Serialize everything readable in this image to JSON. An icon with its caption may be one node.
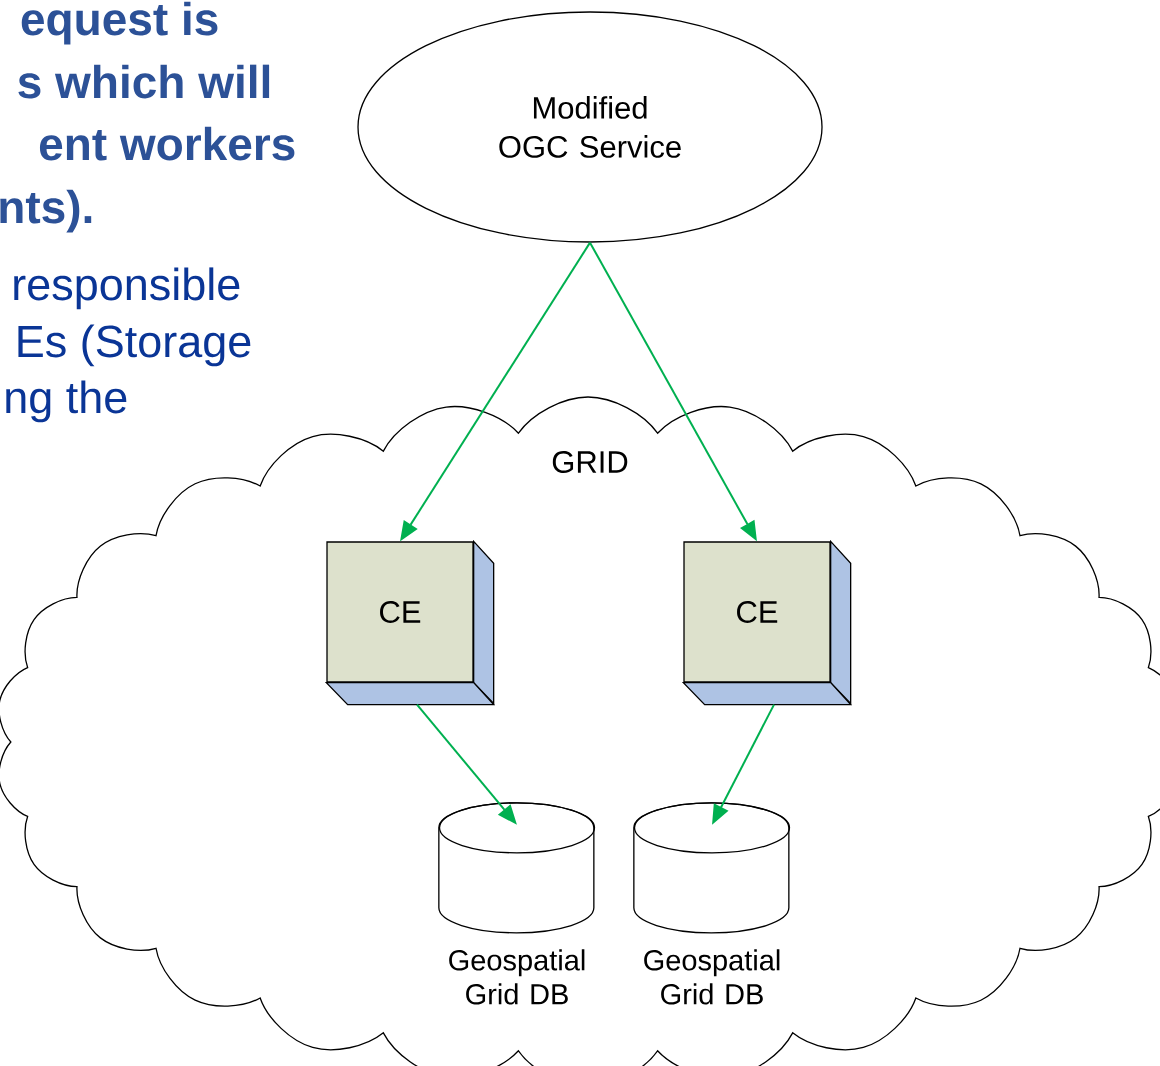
{
  "diagram": {
    "nodes": [
      {
        "text": [
          "Modified OGC Service"
        ]
      },
      {
        "text": [
          "GRID"
        ]
      },
      {
        "text": [
          "CE"
        ],
        "in": 1
      },
      {
        "text": [
          "CE"
        ],
        "in": 1
      },
      {
        "text": [
          "Geospatial Grid DB"
        ],
        "in": 1
      },
      {
        "text": [
          "Geospatial Grid DB"
        ],
        "in": 1
      }
    ],
    "edges": [
      {
        "from": 0,
        "to": 2,
        "arrow": "to"
      },
      {
        "from": 0,
        "to": 3,
        "arrow": "to"
      },
      {
        "from": 2,
        "to": 4,
        "arrow": "to"
      },
      {
        "from": 3,
        "to": 5,
        "arrow": "to"
      }
    ],
    "labels": [
      "equest is",
      "s which will",
      "ent workers",
      "nts).",
      "responsible",
      "Es (Storage",
      "ng the"
    ]
  }
}
